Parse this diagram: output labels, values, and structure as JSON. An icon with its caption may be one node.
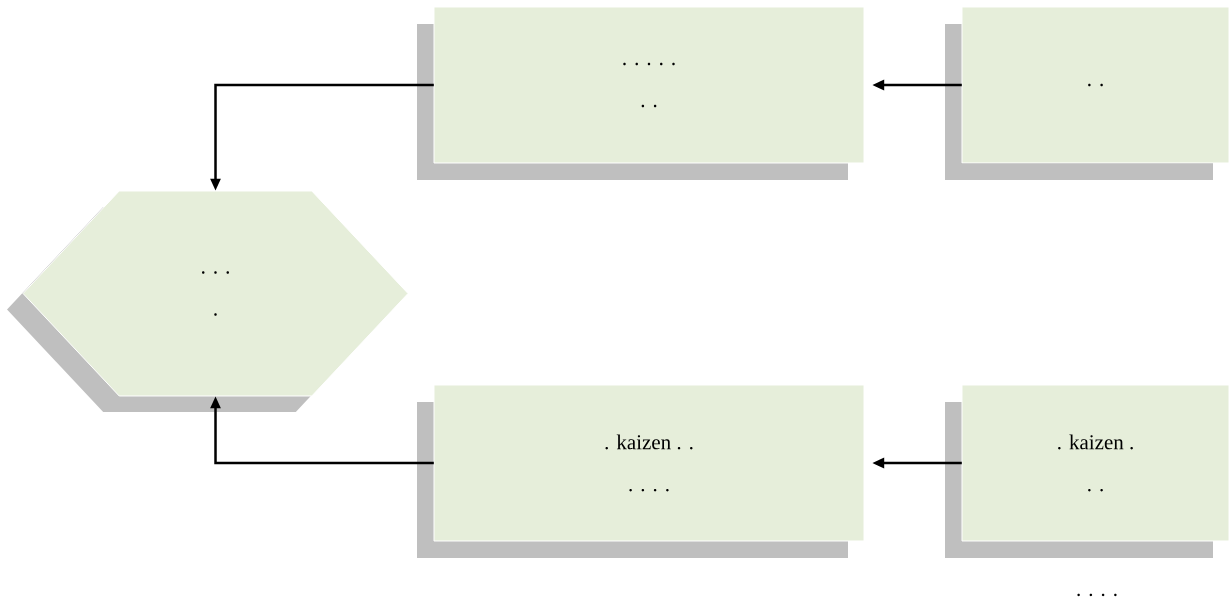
{
  "diagram": {
    "nodes": [
      {
        "text": [
          ". . . . .",
          ". ."
        ]
      },
      {
        "text": [
          ". ."
        ]
      },
      {
        "text": [
          ". . .",
          "."
        ]
      },
      {
        "text": [
          ". kaizen . .",
          ". . . ."
        ]
      },
      {
        "text": [
          ". kaizen .",
          ". ."
        ]
      }
    ],
    "edges": [
      {
        "from": 1,
        "to": 0,
        "arrow": "to"
      },
      {
        "from": 0,
        "to": 2,
        "arrow": "to"
      },
      {
        "from": 4,
        "to": 3,
        "arrow": "to"
      },
      {
        "from": 3,
        "to": 2,
        "arrow": "to"
      }
    ],
    "labels": [
      ". . . ."
    ]
  }
}
